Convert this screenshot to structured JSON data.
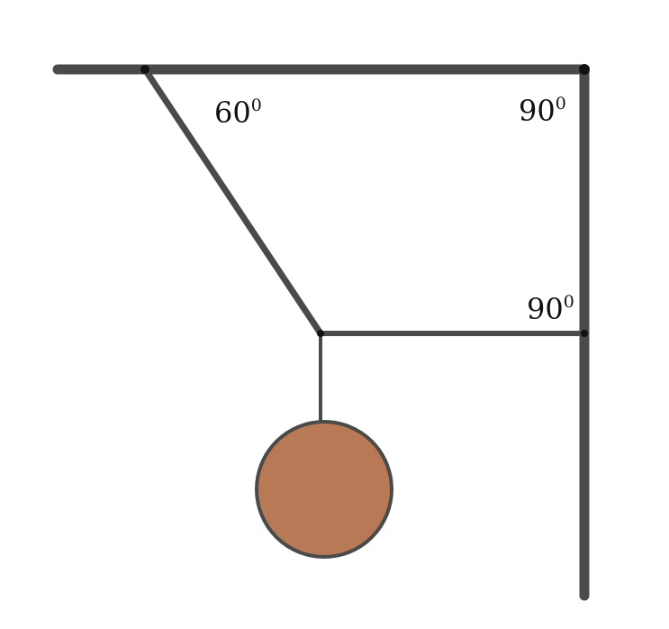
{
  "labels": {
    "angle_rope_ceiling": {
      "value": "60",
      "sup": "0"
    },
    "angle_wall_ceiling": {
      "value": "90",
      "sup": "0"
    },
    "angle_rope_wall": {
      "value": "90",
      "sup": "0"
    }
  },
  "colors": {
    "structure": "#4a4a4a",
    "joint": "#111111",
    "ball_fill": "#b87a56",
    "ball_stroke": "#4a4a4a"
  }
}
